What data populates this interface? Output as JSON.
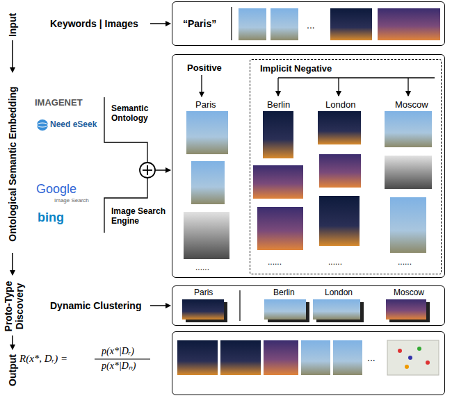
{
  "diagram": {
    "nodes": [
      {
        "text": [
          "“Paris”",
          "..."
        ]
      },
      {
        "text": [
          "Positive",
          "Paris",
          "......"
        ]
      },
      {
        "text": [
          "Implicit Negative",
          "Berlin",
          "London",
          "Moscow",
          "......",
          "......",
          "......"
        ],
        "in": 1
      },
      {
        "text": [
          "Paris",
          "Berlin",
          "London",
          "Moscow"
        ]
      },
      {
        "text": [
          "..."
        ]
      }
    ],
    "labels": [
      "Input",
      "Keywords | Images",
      "Ontological Semantic Embedding",
      "IMAGENET",
      "Need eSeek",
      "Semantic Ontology",
      "Google",
      "Image Search",
      "bing",
      "Image Search Engine",
      "Proto-Type Discovery",
      "Dynamic Clustering",
      "Output",
      "R(x*, Dᵣ) =",
      "p(x*|Dᵣ)",
      "p(x*|Dₙ)"
    ]
  }
}
